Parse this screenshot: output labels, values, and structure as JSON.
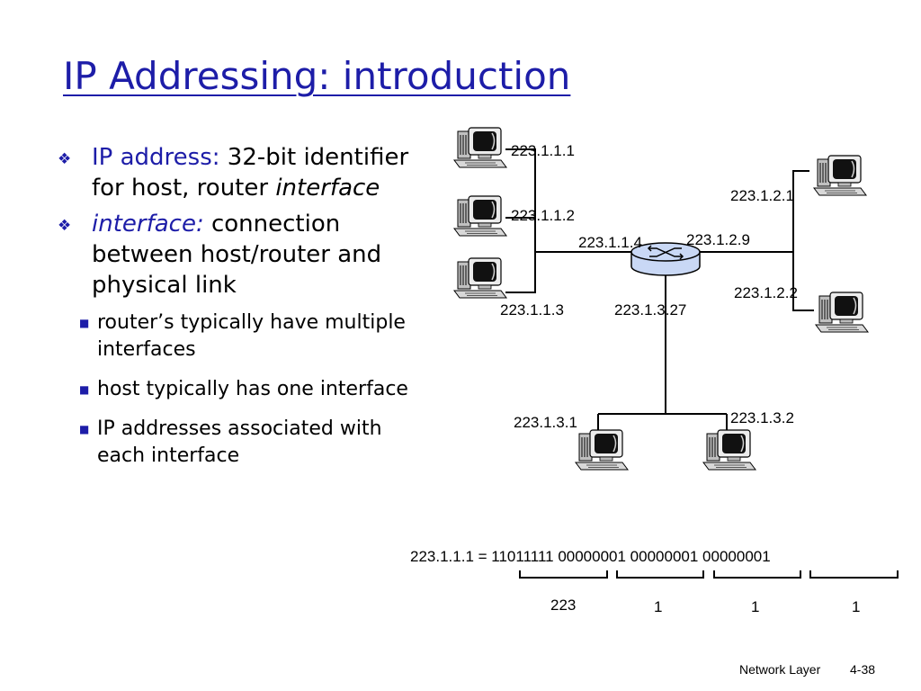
{
  "title": "IP Addressing: introduction",
  "bullets": [
    {
      "term": "IP address:",
      "rest": " 32-bit identifier for host, router ",
      "em": "interface"
    },
    {
      "term": "interface:",
      "rest": " connection between host/router and physical link"
    }
  ],
  "sub_bullets": [
    "router’s typically have multiple interfaces",
    "host typically has one interface",
    "IP addresses associated with each interface"
  ],
  "diagram": {
    "hosts": [
      "223.1.1.1",
      "223.1.1.2",
      "223.1.1.3",
      "223.1.2.1",
      "223.1.2.2",
      "223.1.3.1",
      "223.1.3.2"
    ],
    "router_ifaces": [
      "223.1.1.4",
      "223.1.2.9",
      "223.1.3.27"
    ]
  },
  "binary": {
    "label": "223.1.1.1 = 11011111 00000001 00000001 00000001",
    "octets": [
      "223",
      "1",
      "1",
      "1"
    ]
  },
  "footer": {
    "left": "Network Layer",
    "right": "4-38"
  },
  "colors": {
    "title": "#1d1da8",
    "accent": "#1d1da8",
    "router": "#c9d8f5"
  },
  "icons": {
    "bullet": "diamond-bullet-icon",
    "sub_bullet": "square-bullet-icon",
    "host": "computer-icon",
    "router": "router-icon"
  }
}
